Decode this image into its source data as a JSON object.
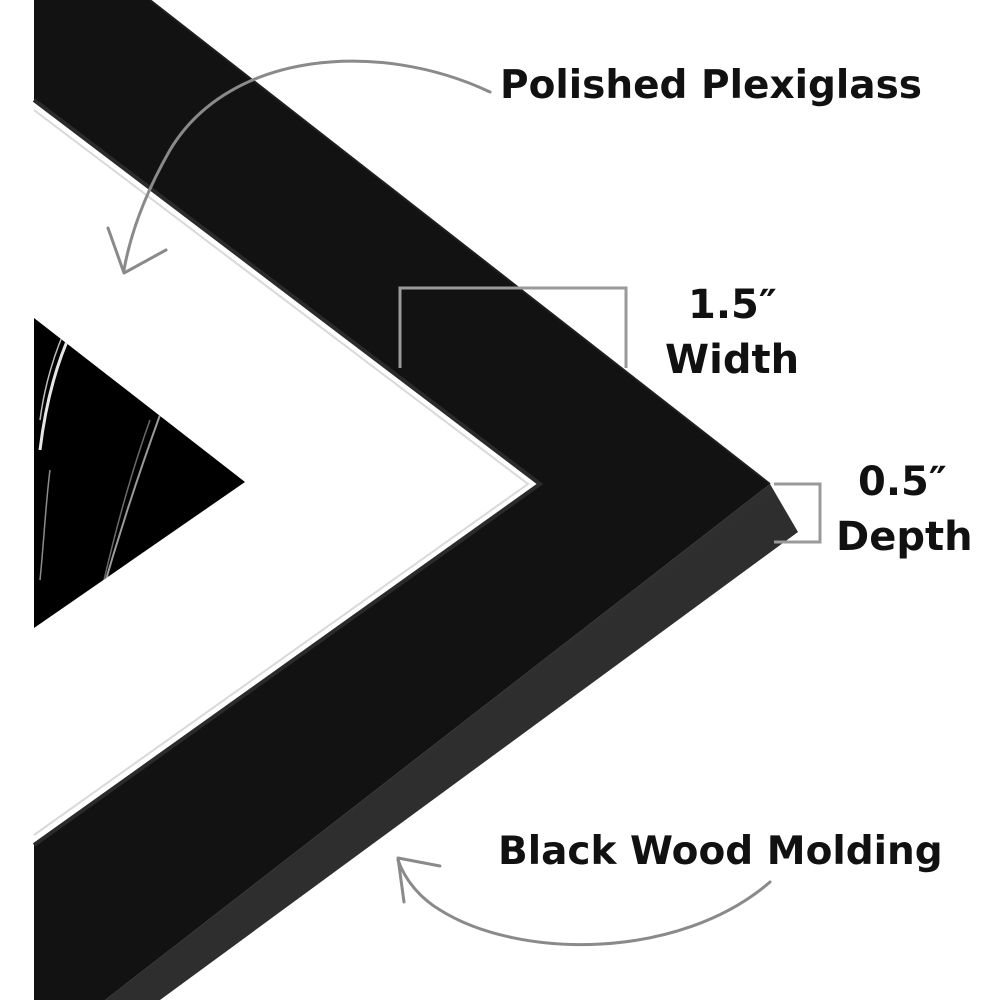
{
  "callouts": {
    "plexiglass": "Polished Plexiglass",
    "width_value": "1.5″",
    "width_name": "Width",
    "depth_value": "0.5″",
    "depth_name": "Depth",
    "molding": "Black Wood Molding"
  },
  "colors": {
    "frame": "#111111",
    "frame_edge": "#2e2e2e",
    "mat": "#ffffff",
    "artwork": "#000000",
    "callout_line": "#8a8a8a"
  }
}
